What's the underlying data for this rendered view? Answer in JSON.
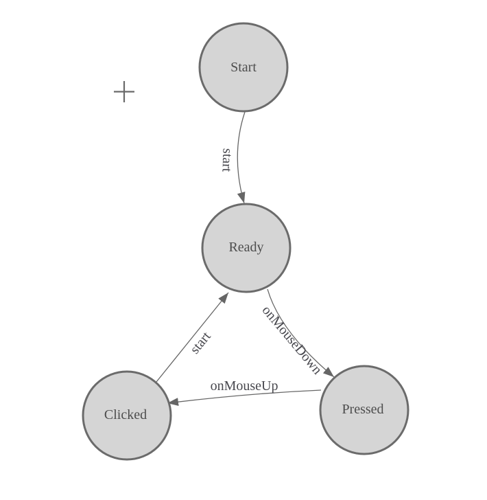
{
  "canvas": {
    "background": "#ffffff"
  },
  "colors": {
    "node_fill": "#d5d5d5",
    "node_border": "#6b6b6b",
    "node_text": "#4d4d4d",
    "edge_line": "#666666",
    "edge_arrow": "#666666",
    "edge_text": "#48484e",
    "cursor": "#696969"
  },
  "diagram": {
    "type": "state-machine",
    "nodes": [
      {
        "id": "start",
        "label": "Start"
      },
      {
        "id": "ready",
        "label": "Ready"
      },
      {
        "id": "clicked",
        "label": "Clicked"
      },
      {
        "id": "pressed",
        "label": "Pressed"
      }
    ],
    "edges": [
      {
        "from": "Start",
        "to": "Ready",
        "label": "start"
      },
      {
        "from": "Ready",
        "to": "Pressed",
        "label": "onMouseDown"
      },
      {
        "from": "Pressed",
        "to": "Clicked",
        "label": "onMouseUp"
      },
      {
        "from": "Clicked",
        "to": "Ready",
        "label": "start"
      }
    ]
  },
  "cursor": {
    "type": "crosshair"
  }
}
